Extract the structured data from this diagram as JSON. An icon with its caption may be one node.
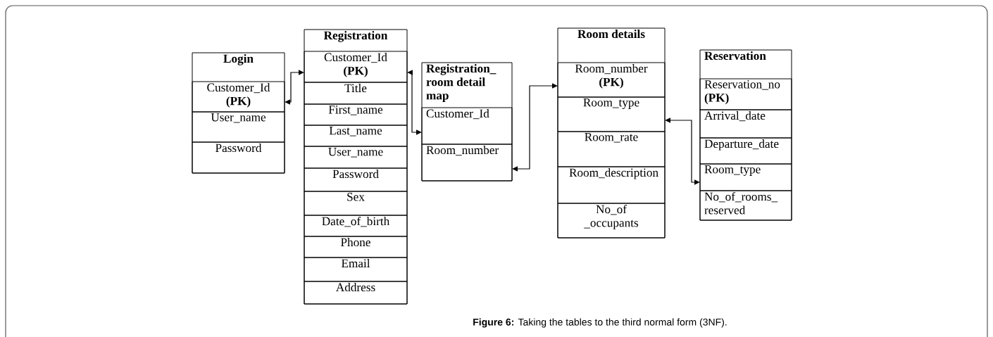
{
  "diagram": {
    "caption": "**Figure 6:** Taking the tables to the third normal form (3NF).",
    "nodes": [
      {
        "text": [
          "Login"
        ]
      },
      {
        "text": [
          "Customer_Id **(PK)**"
        ],
        "in": 0
      },
      {
        "text": [
          "User_name"
        ],
        "in": 0
      },
      {
        "text": [
          "Password"
        ],
        "in": 0
      },
      {
        "text": [
          "Registration"
        ]
      },
      {
        "text": [
          "Customer_Id **(PK)**"
        ],
        "in": 4
      },
      {
        "text": [
          "Title"
        ],
        "in": 4
      },
      {
        "text": [
          "First_name"
        ],
        "in": 4
      },
      {
        "text": [
          "Last_name"
        ],
        "in": 4
      },
      {
        "text": [
          "User_name"
        ],
        "in": 4
      },
      {
        "text": [
          "Password"
        ],
        "in": 4
      },
      {
        "text": [
          "Sex"
        ],
        "in": 4
      },
      {
        "text": [
          "Date_of_birth"
        ],
        "in": 4
      },
      {
        "text": [
          "Phone"
        ],
        "in": 4
      },
      {
        "text": [
          "Email"
        ],
        "in": 4
      },
      {
        "text": [
          "Address"
        ],
        "in": 4
      },
      {
        "text": [
          "Registration_ room detail map"
        ]
      },
      {
        "text": [
          "Customer_Id"
        ],
        "in": 16
      },
      {
        "text": [
          "Room_number"
        ],
        "in": 16
      },
      {
        "text": [
          "Room details"
        ]
      },
      {
        "text": [
          "Room_number **(PK)**"
        ],
        "in": 19
      },
      {
        "text": [
          "Room_type"
        ],
        "in": 19
      },
      {
        "text": [
          "Room_rate"
        ],
        "in": 19
      },
      {
        "text": [
          "Room_description"
        ],
        "in": 19
      },
      {
        "text": [
          "No_of _occupants"
        ],
        "in": 19
      },
      {
        "text": [
          "Reservation"
        ]
      },
      {
        "text": [
          "Reservation_no **(PK)**"
        ],
        "in": 25
      },
      {
        "text": [
          "Arrival_date"
        ],
        "in": 25
      },
      {
        "text": [
          "Departure_date"
        ],
        "in": 25
      },
      {
        "text": [
          "Room_type"
        ],
        "in": 25
      },
      {
        "text": [
          "No_of_rooms_ reserved"
        ],
        "in": 25
      }
    ],
    "edges": [
      {
        "from": 1,
        "to": 5,
        "arrow": "both"
      },
      {
        "from": 5,
        "to": 17,
        "arrow": "both"
      },
      {
        "from": 18,
        "to": 20,
        "arrow": "both"
      },
      {
        "from": 21,
        "to": 29,
        "arrow": "both"
      }
    ]
  }
}
